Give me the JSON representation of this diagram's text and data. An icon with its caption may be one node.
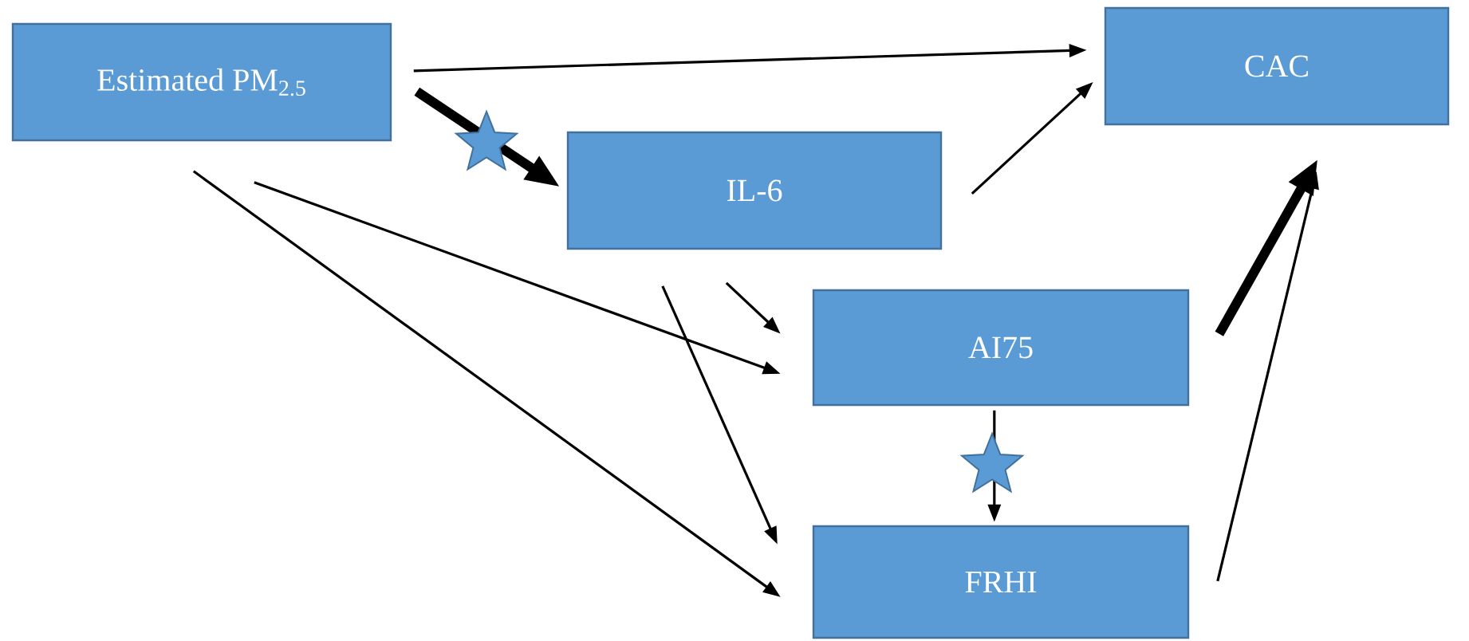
{
  "diagram": {
    "nodes": [
      {
        "text": [
          "Estimated PM$_{2.5}$"
        ]
      },
      {
        "text": [
          "CAC"
        ]
      },
      {
        "text": [
          "IL-6"
        ]
      },
      {
        "text": [
          "AI75"
        ]
      },
      {
        "text": [
          "FRHI"
        ]
      }
    ],
    "edges": [
      {
        "from": 0,
        "to": 1,
        "arrow": "to"
      },
      {
        "from": 0,
        "to": 2,
        "arrow": "to",
        "style": "thick"
      },
      {
        "from": 2,
        "to": 1,
        "arrow": "to"
      },
      {
        "from": 0,
        "to": 3,
        "arrow": "to"
      },
      {
        "from": 0,
        "to": 4,
        "arrow": "to"
      },
      {
        "from": 2,
        "to": 3,
        "arrow": "to"
      },
      {
        "from": 2,
        "to": 4,
        "arrow": "to"
      },
      {
        "from": 3,
        "to": 1,
        "arrow": "to",
        "style": "thick"
      },
      {
        "from": 3,
        "to": 4,
        "arrow": "to"
      },
      {
        "from": 4,
        "to": 1,
        "arrow": "to"
      }
    ]
  }
}
